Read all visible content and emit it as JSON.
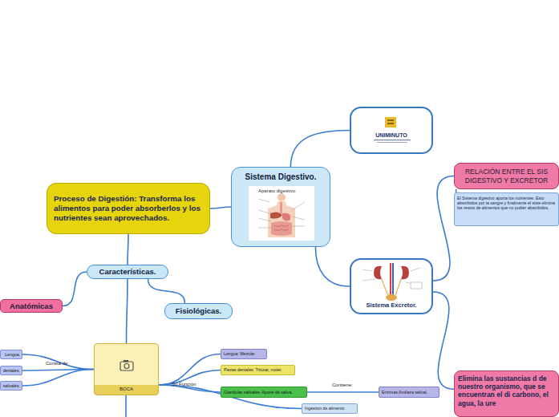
{
  "diagram": {
    "nodes": [
      {
        "text": [
          "UNIMINUTO"
        ]
      },
      {
        "text": [
          "RELACIÓN ENTRE EL SIS DIGESTIVO Y EXCRETOR"
        ]
      },
      {
        "text": [
          "Sistema Digestivo."
        ]
      },
      {
        "text": [
          "Proceso de Digestión: Transforma los alimentos para poder absorberlos y los nutrientes sean aprovechados."
        ]
      },
      {
        "text": [
          "El Sistema digestivo aporta los nutrientes. Esto absorbidos por la sangre y finalmente el siste elimina los restos de alimentos que no pudier absorbidos."
        ]
      },
      {
        "text": [
          "Características."
        ]
      },
      {
        "text": [
          "Sistema Excretor."
        ]
      },
      {
        "text": [
          "Anatómicas"
        ]
      },
      {
        "text": [
          "Fisiológicas."
        ]
      },
      {
        "text": [
          "BOCA"
        ]
      },
      {
        "text": [
          "Lengua."
        ]
      },
      {
        "text": [
          "Lengua: Mezclar."
        ]
      },
      {
        "text": [
          "dentales."
        ]
      },
      {
        "text": [
          "Piezas dentales: Triturar, moler."
        ]
      },
      {
        "text": [
          "Elimina las sustancias d de nuestro organismo, que se encuentran el di carbono, el agua, la ure"
        ]
      },
      {
        "text": [
          "salivales."
        ]
      },
      {
        "text": [
          "Glándulas salivales: Aporte de saliva."
        ]
      },
      {
        "text": [
          "Enzimas:Amilaza salival."
        ]
      },
      {
        "text": [
          "Ingestion de alimento"
        ]
      }
    ],
    "edges": [
      {
        "from": 2,
        "to": 0,
        "arrow": "none"
      },
      {
        "from": 2,
        "to": 6,
        "arrow": "none"
      },
      {
        "from": 2,
        "to": 3,
        "arrow": "none"
      },
      {
        "from": 3,
        "to": 5,
        "arrow": "none"
      },
      {
        "from": 5,
        "to": 7,
        "arrow": "none"
      },
      {
        "from": 5,
        "to": 8,
        "arrow": "none"
      },
      {
        "from": 5,
        "to": 9,
        "arrow": "none"
      },
      {
        "from": 9,
        "to": 10,
        "arrow": "none"
      },
      {
        "from": 9,
        "to": 12,
        "label": "Consta de:",
        "arrow": "none"
      },
      {
        "from": 9,
        "to": 15,
        "arrow": "none"
      },
      {
        "from": 9,
        "to": 11,
        "arrow": "none"
      },
      {
        "from": 9,
        "to": 13,
        "label": "Su Función",
        "arrow": "none"
      },
      {
        "from": 9,
        "to": 16,
        "arrow": "none"
      },
      {
        "from": 16,
        "to": 17,
        "label": "Contiene:",
        "arrow": "none"
      },
      {
        "from": 9,
        "to": 18,
        "arrow": "none"
      },
      {
        "from": 6,
        "to": 1,
        "arrow": "none"
      },
      {
        "from": 6,
        "to": 14,
        "arrow": "none"
      },
      {
        "from": 1,
        "to": 4,
        "arrow": "none"
      }
    ],
    "labels": [
      "Aparato digestivo"
    ]
  }
}
